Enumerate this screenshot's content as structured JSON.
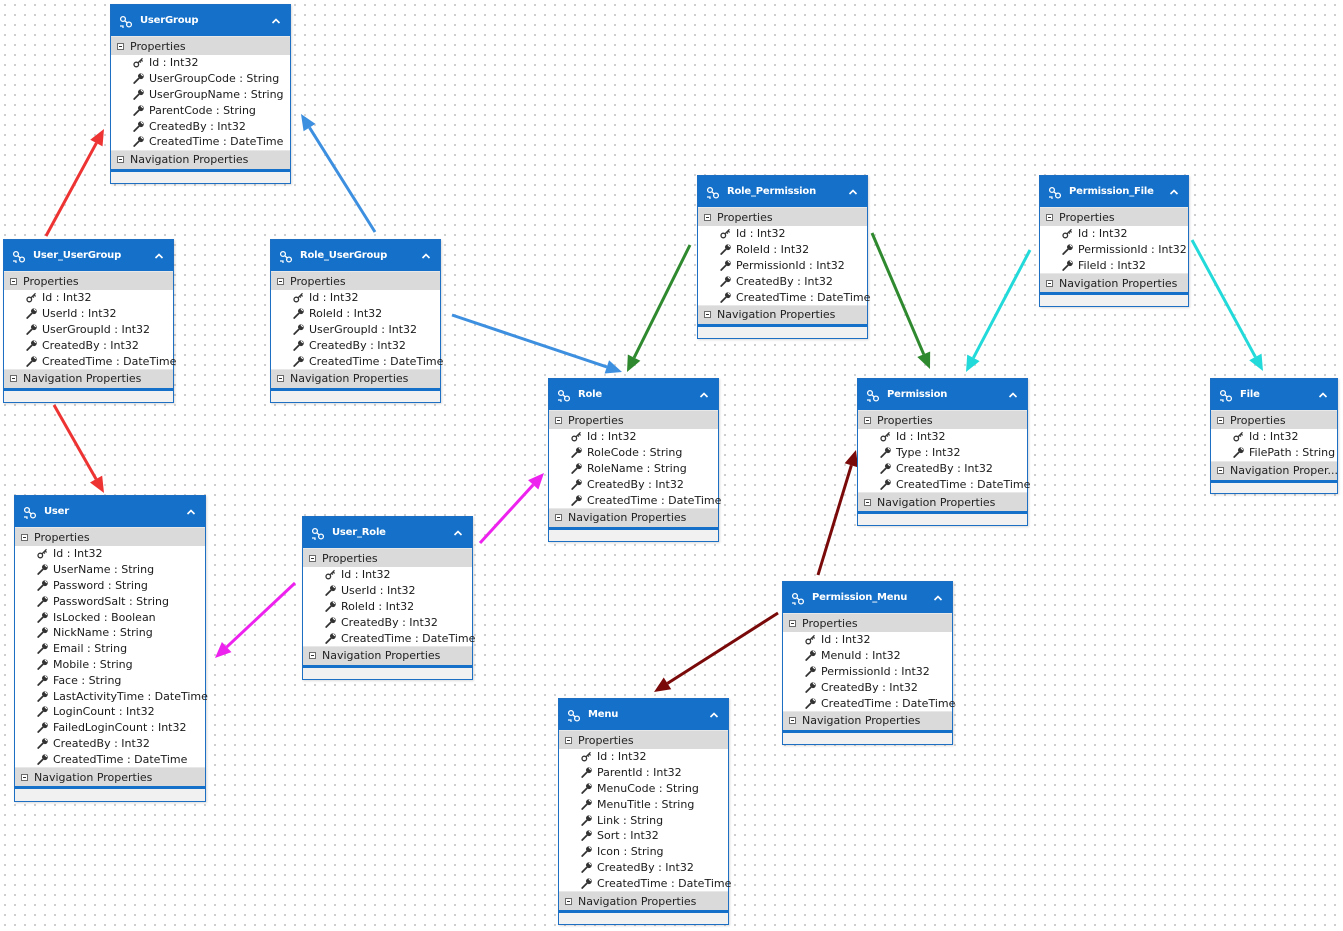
{
  "diagram": {
    "section_properties": "Properties",
    "section_navigation": "Navigation Properties",
    "entities": [
      {
        "name": "UserGroup",
        "properties": [
          "Id : Int32",
          "UserGroupCode : String",
          "UserGroupName : String",
          "ParentCode : String",
          "CreatedBy : Int32",
          "CreatedTime : DateTime"
        ],
        "key_icons": [
          "key-icon",
          "wrench-icon",
          "wrench-icon",
          "wrench-icon",
          "wrench-icon",
          "wrench-icon"
        ]
      },
      {
        "name": "User_UserGroup",
        "properties": [
          "Id : Int32",
          "UserId : Int32",
          "UserGroupId : Int32",
          "CreatedBy : Int32",
          "CreatedTime : DateTime"
        ]
      },
      {
        "name": "Role_UserGroup",
        "properties": [
          "Id : Int32",
          "RoleId : Int32",
          "UserGroupId : Int32",
          "CreatedBy : Int32",
          "CreatedTime : DateTime"
        ]
      },
      {
        "name": "Role_Permission",
        "properties": [
          "Id : Int32",
          "RoleId : Int32",
          "PermissionId : Int32",
          "CreatedBy : Int32",
          "CreatedTime : DateTime"
        ]
      },
      {
        "name": "Permission_File",
        "properties": [
          "Id : Int32",
          "PermissionId : Int32",
          "FileId : Int32"
        ]
      },
      {
        "name": "Role",
        "properties": [
          "Id : Int32",
          "RoleCode : String",
          "RoleName : String",
          "CreatedBy : Int32",
          "CreatedTime : DateTime"
        ]
      },
      {
        "name": "Permission",
        "properties": [
          "Id : Int32",
          "Type : Int32",
          "CreatedBy : Int32",
          "CreatedTime : DateTime"
        ]
      },
      {
        "name": "File",
        "properties": [
          "Id : Int32",
          "FilePath : String"
        ],
        "navigation_label": "Navigation Proper..."
      },
      {
        "name": "User",
        "properties": [
          "Id : Int32",
          "UserName : String",
          "Password : String",
          "PasswordSalt : String",
          "IsLocked : Boolean",
          "NickName : String",
          "Email : String",
          "Mobile : String",
          "Face : String",
          "LastActivityTime : DateTime",
          "LoginCount : Int32",
          "FailedLoginCount : Int32",
          "CreatedBy : Int32",
          "CreatedTime : DateTime"
        ]
      },
      {
        "name": "User_Role",
        "properties": [
          "Id : Int32",
          "UserId : Int32",
          "RoleId : Int32",
          "CreatedBy : Int32",
          "CreatedTime : DateTime"
        ]
      },
      {
        "name": "Permission_Menu",
        "properties": [
          "Id : Int32",
          "MenuId : Int32",
          "PermissionId : Int32",
          "CreatedBy : Int32",
          "CreatedTime : DateTime"
        ]
      },
      {
        "name": "Menu",
        "properties": [
          "Id : Int32",
          "ParentId : Int32",
          "MenuCode : String",
          "MenuTitle : String",
          "Link : String",
          "Sort : Int32",
          "Icon : String",
          "CreatedBy : Int32",
          "CreatedTime : DateTime"
        ]
      }
    ],
    "relationships": [
      {
        "from": "User_UserGroup",
        "to": "UserGroup",
        "color": "#ee3333"
      },
      {
        "from": "User_UserGroup",
        "to": "User",
        "color": "#ee3333"
      },
      {
        "from": "Role_UserGroup",
        "to": "UserGroup",
        "color": "#3d8fe0"
      },
      {
        "from": "Role_UserGroup",
        "to": "Role",
        "color": "#3d8fe0"
      },
      {
        "from": "Role_Permission",
        "to": "Role",
        "color": "#2f8a2f"
      },
      {
        "from": "Role_Permission",
        "to": "Permission",
        "color": "#2f8a2f"
      },
      {
        "from": "Permission_File",
        "to": "Permission",
        "color": "#22dada"
      },
      {
        "from": "Permission_File",
        "to": "File",
        "color": "#22dada"
      },
      {
        "from": "User_Role",
        "to": "Role",
        "color": "#ee22ee"
      },
      {
        "from": "User_Role",
        "to": "User",
        "color": "#ee22ee"
      },
      {
        "from": "Permission_Menu",
        "to": "Permission",
        "color": "#7a0a0a"
      },
      {
        "from": "Permission_Menu",
        "to": "Menu",
        "color": "#7a0a0a"
      }
    ]
  }
}
